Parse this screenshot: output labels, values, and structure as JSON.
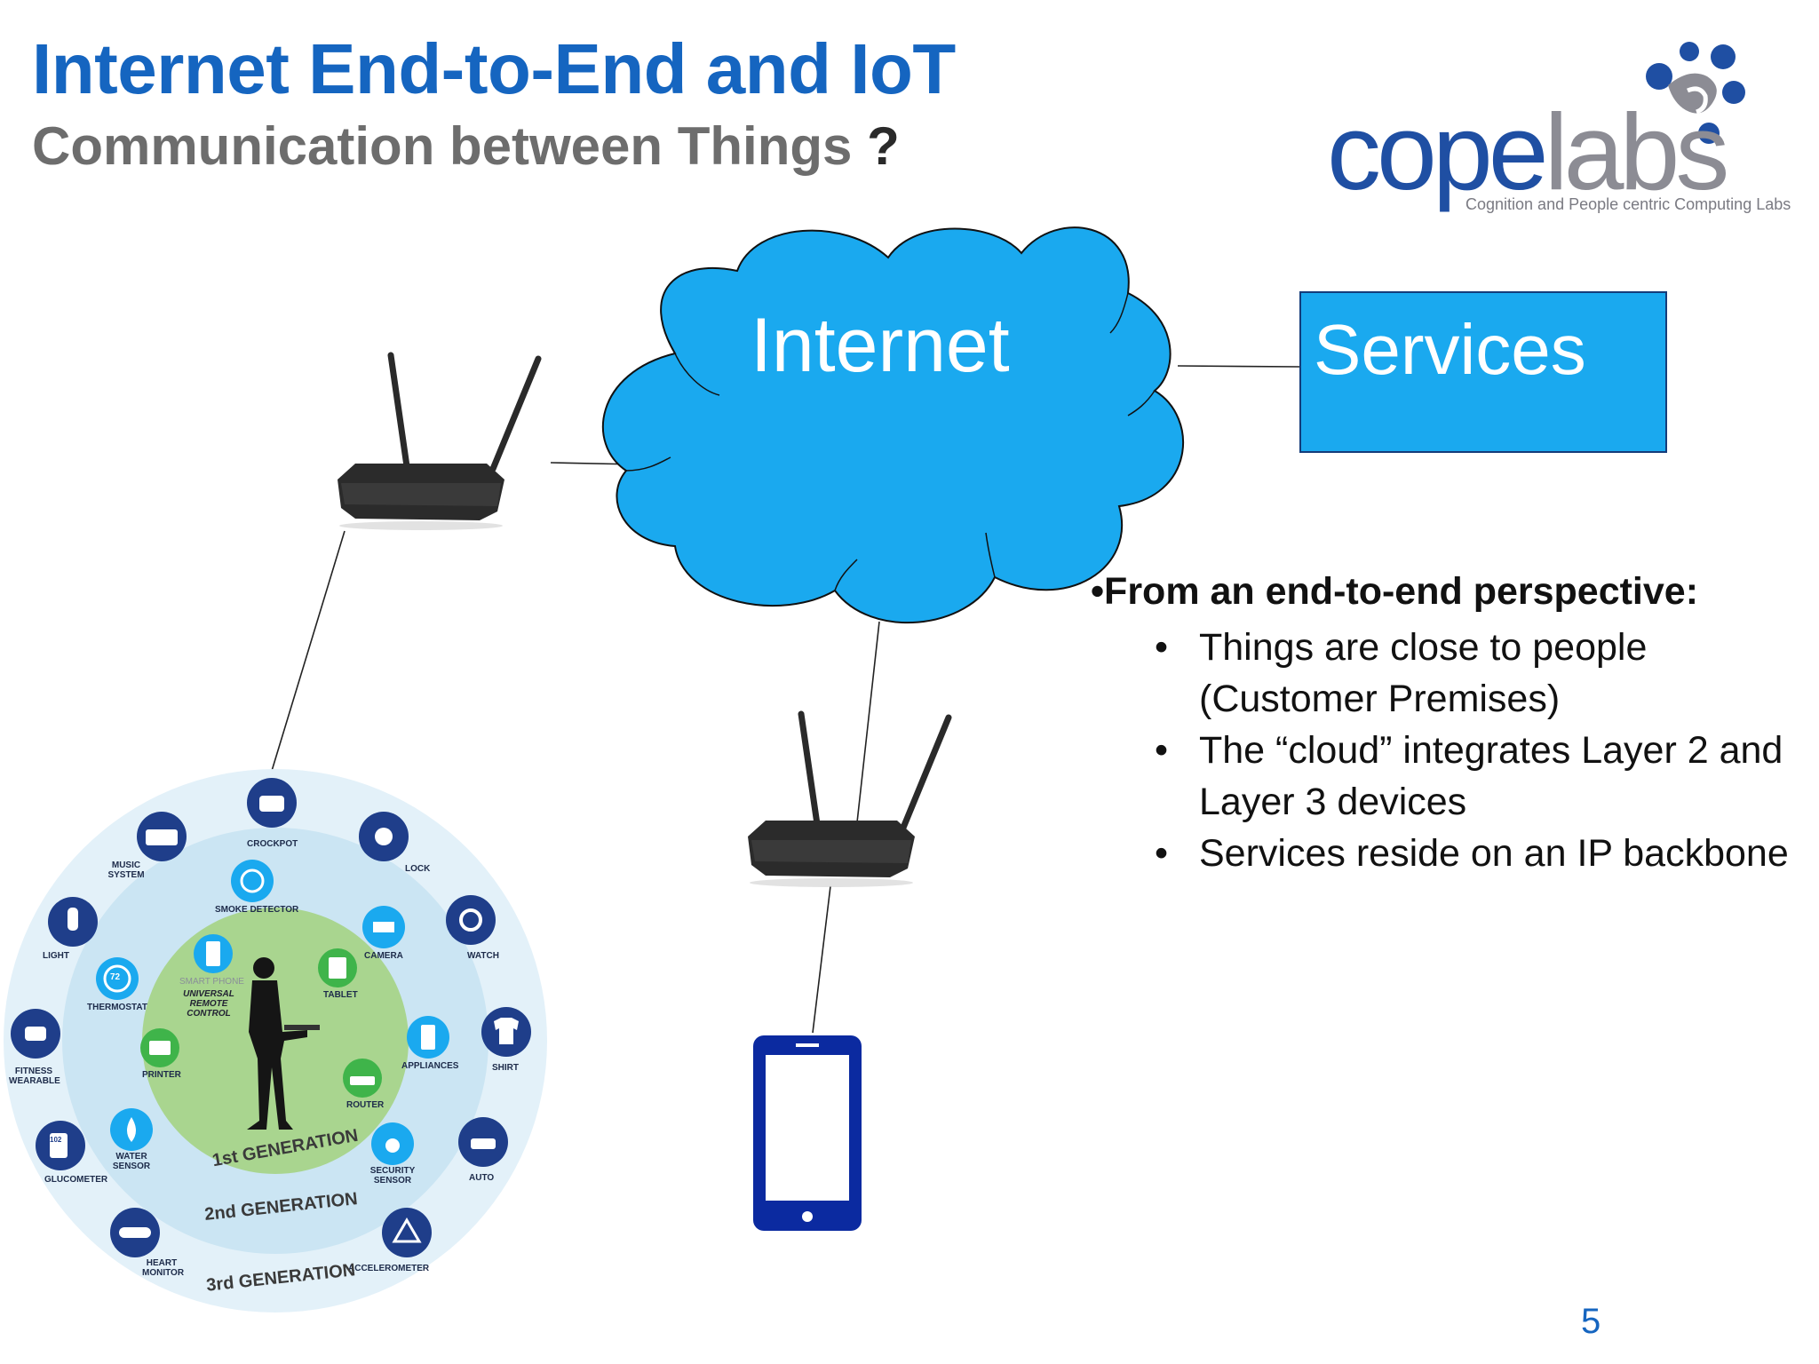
{
  "header": {
    "title": "Internet End-to-End and IoT",
    "subtitle": "Communication between Things",
    "subtitle_mark": "?"
  },
  "logo": {
    "word_dark": "cope",
    "word_light": "labs",
    "tagline": "Cognition and People centric Computing Labs"
  },
  "diagram": {
    "cloud_label": "Internet",
    "services_label": "Services"
  },
  "text_block": {
    "heading": "•From an end-to-end perspective:",
    "bullets": [
      "Things are close to people (Customer Premises)",
      "The “cloud” integrates Layer 2 and Layer 3  devices",
      "Services reside on an IP backbone"
    ]
  },
  "iot_wheel": {
    "gen1_items": [
      "SMART PHONE",
      "TABLET",
      "ROUTER",
      "PRINTER"
    ],
    "gen2_items": [
      "SMOKE DETECTOR",
      "CAMERA",
      "APPLIANCES",
      "SECURITY SENSOR",
      "WATER SENSOR",
      "THERMOSTAT"
    ],
    "gen3_items": [
      "CROCKPOT",
      "LOCK",
      "WATCH",
      "SHIRT",
      "AUTO",
      "ACCELEROMETER",
      "HEART MONITOR",
      "GLUCOMETER",
      "FITNESS WEARABLE",
      "LIGHT",
      "MUSIC SYSTEM"
    ],
    "center_text": "UNIVERSAL REMOTE CONTROL",
    "thermostat_value": "72",
    "glucometer_value": "102",
    "generations": [
      "1st GENERATION",
      "2nd GENERATION",
      "3rd GENERATION"
    ]
  },
  "footer": {
    "page_number": "5"
  },
  "colors": {
    "title_blue": "#1565c0",
    "cloud_fill": "#1aa9ef",
    "services_fill": "#1aa9ef",
    "phone_blue": "#0b2aa0"
  }
}
